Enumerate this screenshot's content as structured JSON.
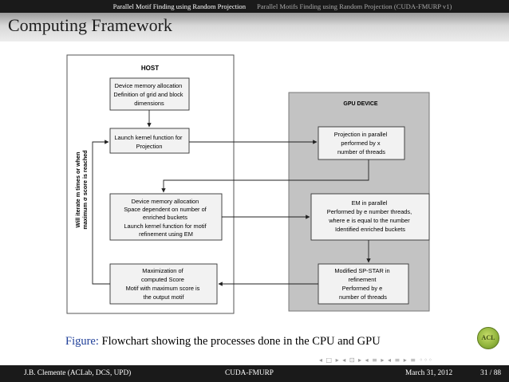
{
  "header": {
    "section_left": "Parallel Motif Finding using Random Projection",
    "section_right": "Parallel Motifs Finding using Random Projection (CUDA-FMURP v1)"
  },
  "frame_title": "Computing Framework",
  "diagram": {
    "host_label": "HOST",
    "gpu_label": "GPU DEVICE",
    "loop_label": [
      "Will iterate m times or when",
      "maximum σ score is reached"
    ],
    "host_boxes": [
      [
        "Device memory allocation",
        "Definition of grid and block",
        "dimensions"
      ],
      [
        "Launch kernel function for",
        "Projection"
      ],
      [
        "Device memory allocation",
        "Space dependent on number of",
        "enriched buckets",
        "Launch kernel function for motif",
        "refinement using EM"
      ],
      [
        "Maximization of",
        "computed Score",
        "Motif with maximum score is",
        "the output motif"
      ]
    ],
    "gpu_boxes": [
      [
        "Projection in parallel",
        "performed by x",
        "number of threads"
      ],
      [
        "EM in parallel",
        "Performed by e number threads,",
        "where e is equal to the number",
        "Identified enriched buckets"
      ],
      [
        "Modified SP-STAR in",
        "refinement",
        "Performed by e",
        "number of threads"
      ]
    ]
  },
  "caption": {
    "label": "Figure:",
    "text": "Flowchart showing the processes done in the CPU and GPU"
  },
  "logo_text": "ACL",
  "nav_symbols": "◂ □ ▸ ◂ ⊡ ▸ ◂ ≡ ▸ ◂ ≡ ▸ ≡ ◦◦◦",
  "footer": {
    "author": "J.B. Clemente (ACLab, DCS, UPD)",
    "short_title": "CUDA-FMURP",
    "date": "March 31, 2012",
    "page": "31 / 88"
  },
  "colors": {
    "bar_bg": "#1a1a1a",
    "caption_label": "#1f3f99",
    "gpu_panel": "#c3c3c3",
    "box_fill": "#f2f2f2"
  }
}
